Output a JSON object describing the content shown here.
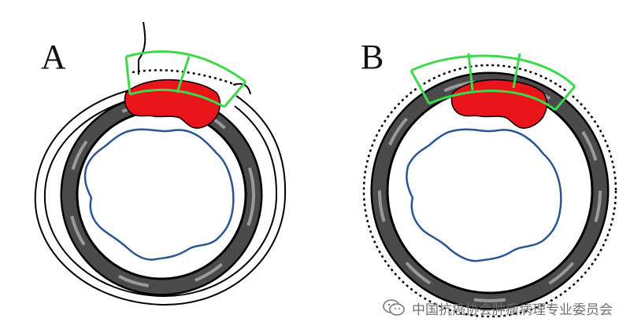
{
  "panels": [
    {
      "id": "A",
      "label": "A"
    },
    {
      "id": "B",
      "label": "B"
    }
  ],
  "watermark": {
    "text": "中国抗癌协会肿瘤病理专业委员会",
    "icon": "wechat-icon"
  },
  "colors": {
    "tumor": "#e8141a",
    "margin_grid": "#3fd84a",
    "lumen_outline": "#2a5590",
    "wall": "#2a2a2a",
    "outline": "#000000"
  }
}
